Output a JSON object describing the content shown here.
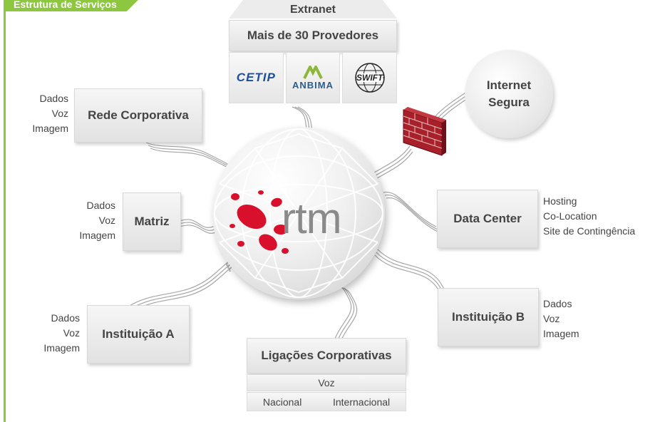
{
  "header": {
    "title": "Estrutura de Serviços"
  },
  "extranet": {
    "title": "Extranet",
    "subtitle": "Mais de 30 Provedores",
    "logos": [
      {
        "text": "CETIP",
        "icon": "cetip-logo"
      },
      {
        "text": "ANBIMA",
        "icon": "anbima-logo"
      },
      {
        "text": "SWIFT",
        "icon": "swift-globe-logo"
      }
    ]
  },
  "internet": {
    "line1": "Internet",
    "line2": "Segura"
  },
  "firewall": {
    "icon": "brick-firewall-icon"
  },
  "center": {
    "brand": "rtm",
    "brand_color": "#d8102c"
  },
  "nodes": {
    "rede_corporativa": {
      "label": "Rede Corporativa",
      "side": [
        "Dados",
        "Voz",
        "Imagem"
      ]
    },
    "matriz": {
      "label": "Matriz",
      "side": [
        "Dados",
        "Voz",
        "Imagem"
      ]
    },
    "instituicao_a": {
      "label": "Instituição A",
      "side": [
        "Dados",
        "Voz",
        "Imagem"
      ]
    },
    "data_center": {
      "label": "Data Center",
      "side": [
        "Hosting",
        "Co-Location",
        "Site de Contingência"
      ]
    },
    "instituicao_b": {
      "label": "Instituição B",
      "side": [
        "Dados",
        "Voz",
        "Imagem"
      ]
    },
    "ligacoes": {
      "label": "Ligações Corporativas",
      "row1": "Voz",
      "row2a": "Nacional",
      "row2b": "Internacional"
    }
  },
  "colors": {
    "accent_green": "#8dc63f",
    "brick_red": "#a8202a",
    "text": "#444444"
  }
}
